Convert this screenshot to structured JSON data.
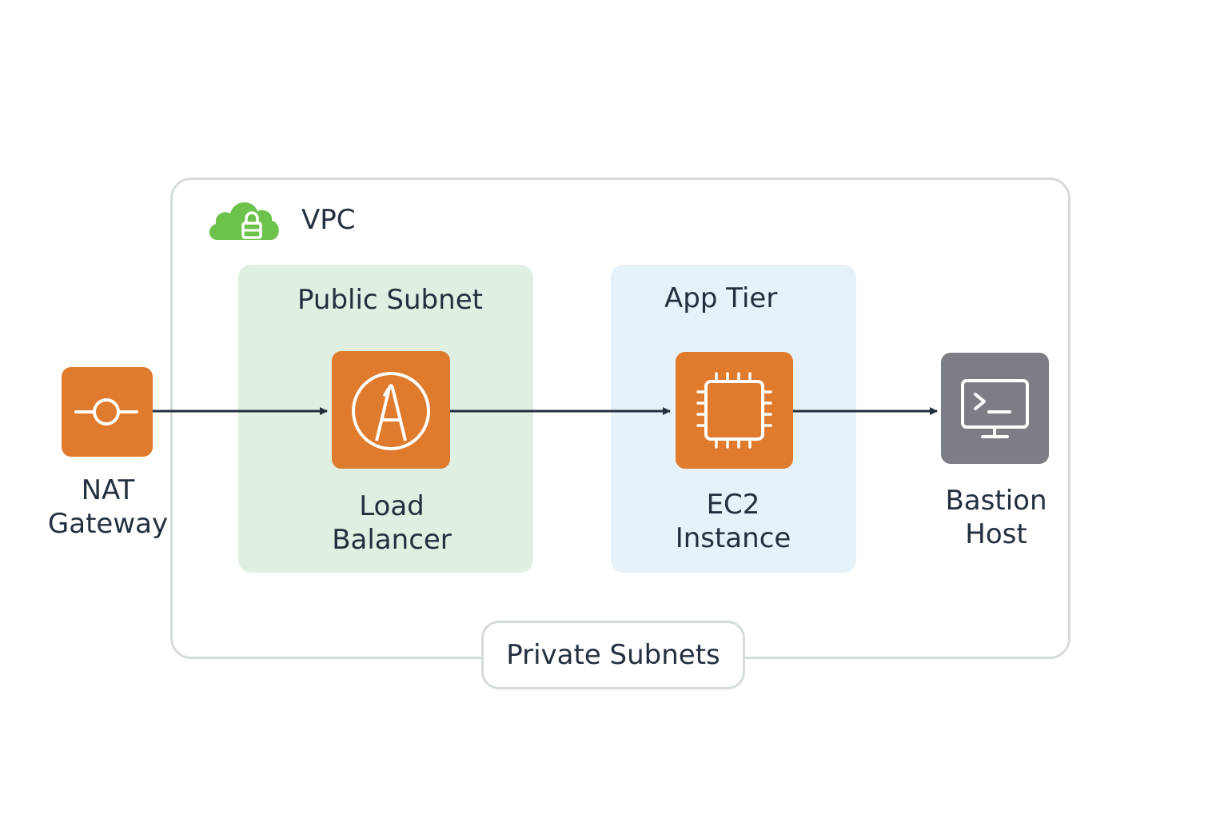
{
  "vpc": {
    "label": "VPC",
    "icon": "cloud-lock-icon"
  },
  "zones": {
    "public_subnet": {
      "title": "Public Subnet"
    },
    "app_tier": {
      "title": "App Tier"
    }
  },
  "nodes": {
    "nat_gateway": {
      "label": "NAT\nGateway",
      "icon": "nat-gateway-icon"
    },
    "load_balancer": {
      "label": "Load\nBalancer",
      "icon": "load-balancer-icon"
    },
    "ec2_instance": {
      "label": "EC2\nInstance",
      "icon": "cpu-chip-icon"
    },
    "bastion_host": {
      "label": "Bastion\nHost",
      "icon": "terminal-monitor-icon"
    }
  },
  "private_subnets": {
    "label": "Private Subnets"
  },
  "colors": {
    "service_orange": "#e07a2c",
    "bastion_gray": "#7b7f85",
    "vpc_green": "#6cc24a",
    "public_zone_fill": "#dff0e2",
    "app_zone_fill": "#e6f2f9",
    "border": "#d5dbdb",
    "text": "#232f3e"
  },
  "edges": [
    {
      "from": "NAT Gateway",
      "to": "Load Balancer"
    },
    {
      "from": "Load Balancer",
      "to": "EC2 Instance"
    },
    {
      "from": "EC2 Instance",
      "to": "Bastion Host"
    }
  ]
}
